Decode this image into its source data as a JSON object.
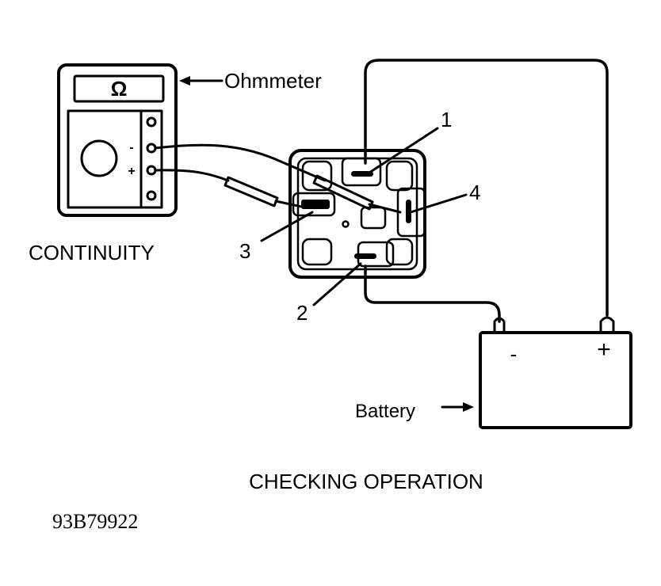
{
  "diagram": {
    "labels": {
      "ohmmeter": "Ohmmeter",
      "continuity": "CONTINUITY",
      "battery": "Battery",
      "caption": "CHECKING OPERATION",
      "figure_id": "93B79922"
    },
    "meter": {
      "display_symbol": "Ω",
      "terminal_minus": "-",
      "terminal_plus": "+"
    },
    "relay_terminals": [
      "1",
      "2",
      "3",
      "4"
    ],
    "battery_terminals": {
      "negative": "-",
      "positive": "+"
    }
  }
}
